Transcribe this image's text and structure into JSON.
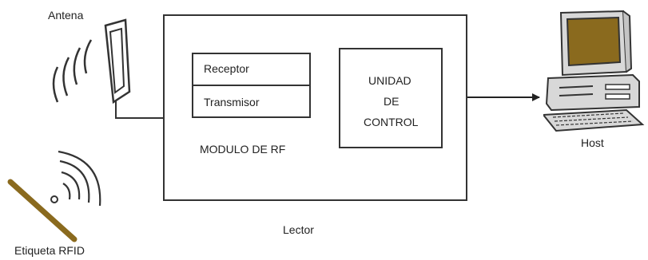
{
  "labels": {
    "antenna": "Antena",
    "tag": "Etiqueta RFID",
    "reader": "Lector",
    "rf_module": "MODULO DE RF",
    "receiver": "Receptor",
    "transmitter": "Transmisor",
    "control_unit_line1": "UNIDAD",
    "control_unit_line2": "DE",
    "control_unit_line3": "CONTROL",
    "host": "Host"
  },
  "icons": {
    "antenna": "antenna-icon",
    "tag": "rfid-tag-icon",
    "host": "desktop-computer-icon"
  },
  "colors": {
    "stroke": "#333333",
    "tag": "#8a6a1e",
    "screen": "#8a6a1e",
    "computer_body": "#d8d8d8"
  }
}
